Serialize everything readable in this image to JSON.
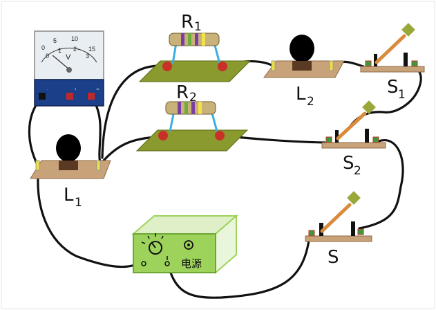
{
  "labels": {
    "r1": {
      "main": "R",
      "sub": "1"
    },
    "r2": {
      "main": "R",
      "sub": "2"
    },
    "l1": {
      "main": "L",
      "sub": "1"
    },
    "l2": {
      "main": "L",
      "sub": "2"
    },
    "s1": {
      "main": "S",
      "sub": "1"
    },
    "s2": {
      "main": "S",
      "sub": "2"
    },
    "s": {
      "main": "S"
    }
  },
  "voltmeter": {
    "scale_top": [
      "0",
      "5",
      "10",
      "15"
    ],
    "scale_bottom": [
      "0",
      "1",
      "2",
      "3"
    ],
    "unit": "V",
    "terminals": [
      "-",
      "3",
      "15"
    ]
  },
  "power_supply": {
    "label": "电源"
  },
  "colors": {
    "wire": "#111111",
    "board": "#c8a37a",
    "resistor_board": "#8a9a2e",
    "psu_body": "#9dd35a",
    "switch_handle": "#d98a3a",
    "switch_knob": "#9aa83a",
    "meter_panel": "#1c3f8a"
  }
}
